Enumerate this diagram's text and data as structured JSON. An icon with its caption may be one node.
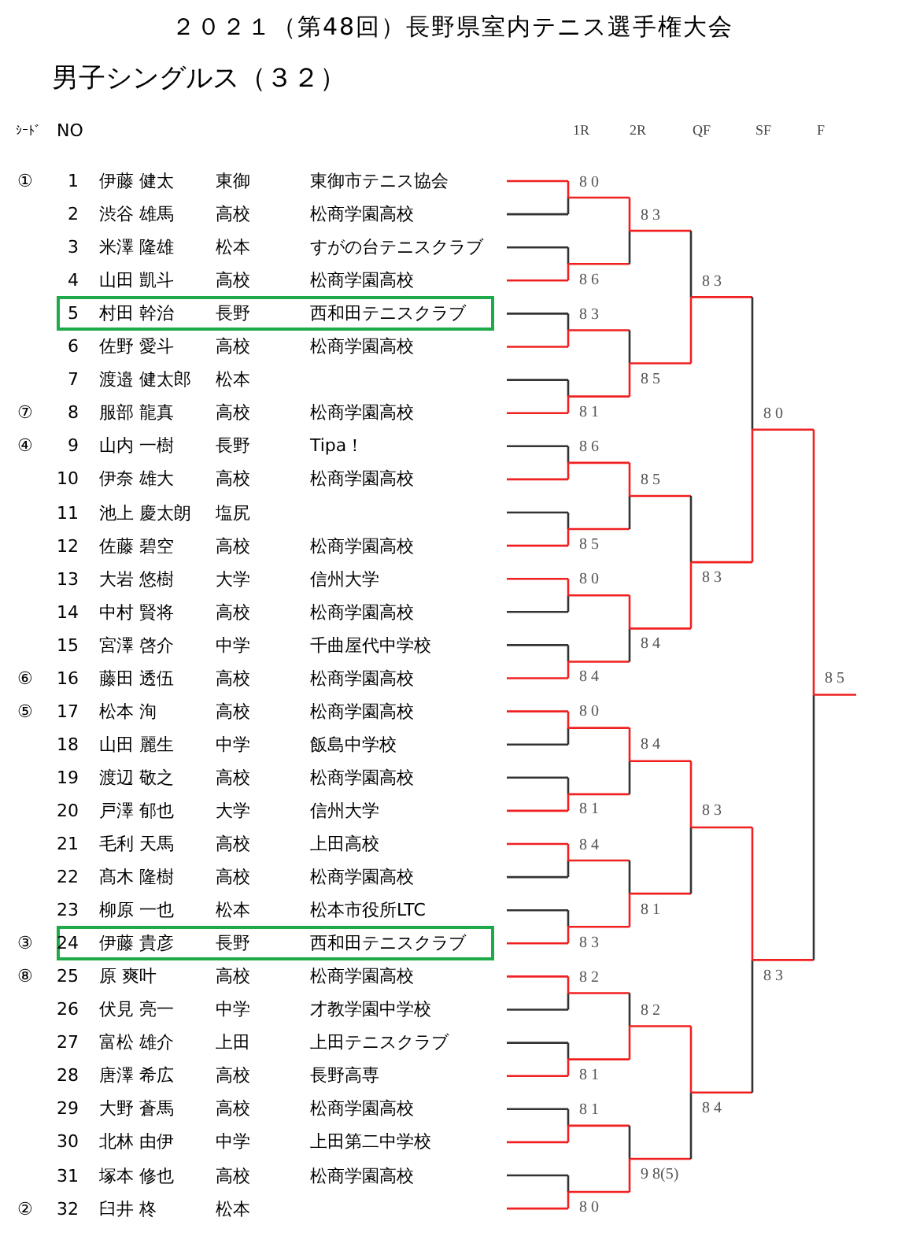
{
  "diagram": {
    "title": "２０２１（第48回）長野県室内テニス選手権大会",
    "nodes": [
      {
        "text": [
          "5",
          "村田 幹治",
          "長野",
          "西和田テニスクラブ"
        ]
      },
      {
        "text": [
          "24",
          "伊藤 貴彦",
          "長野",
          "西和田テニスクラブ"
        ],
        "beside": [
          "③"
        ]
      }
    ],
    "labels": [
      "男子シングルス（３２）",
      "ｼｰﾄﾞ",
      "NO",
      "1R",
      "2R",
      "QF",
      "SF",
      "F",
      "①",
      "1",
      "伊藤 健太",
      "東御",
      "東御市テニス協会",
      "2",
      "渋谷 雄馬",
      "高校",
      "松商学園高校",
      "3",
      "米澤 隆雄",
      "松本",
      "すがの台テニスクラブ",
      "4",
      "山田 凱斗",
      "高校",
      "松商学園高校",
      "6",
      "佐野 愛斗",
      "高校",
      "松商学園高校",
      "7",
      "渡邉 健太郎",
      "松本",
      "⑦",
      "8",
      "服部 龍真",
      "高校",
      "松商学園高校",
      "④",
      "9",
      "山内 一樹",
      "長野",
      "Tipa！",
      "10",
      "伊奈 雄大",
      "高校",
      "松商学園高校",
      "11",
      "池上 慶太朗",
      "塩尻",
      "12",
      "佐藤 碧空",
      "高校",
      "松商学園高校",
      "13",
      "大岩 悠樹",
      "大学",
      "信州大学",
      "14",
      "中村 賢将",
      "高校",
      "松商学園高校",
      "15",
      "宮澤 啓介",
      "中学",
      "千曲屋代中学校",
      "⑥",
      "16",
      "藤田 透伍",
      "高校",
      "松商学園高校",
      "⑤",
      "17",
      "松本 洵",
      "高校",
      "松商学園高校",
      "18",
      "山田 麗生",
      "中学",
      "飯島中学校",
      "19",
      "渡辺 敬之",
      "高校",
      "松商学園高校",
      "20",
      "戸澤 郁也",
      "大学",
      "信州大学",
      "21",
      "毛利 天馬",
      "高校",
      "上田高校",
      "22",
      "髙木 隆樹",
      "高校",
      "松商学園高校",
      "23",
      "柳原 一也",
      "松本",
      "松本市役所LTC",
      "⑧",
      "25",
      "原 爽叶",
      "高校",
      "松商学園高校",
      "26",
      "伏見 亮一",
      "中学",
      "才教学園中学校",
      "27",
      "富松 雄介",
      "上田",
      "上田テニスクラブ",
      "28",
      "唐澤 希広",
      "高校",
      "長野高専",
      "29",
      "大野 蒼馬",
      "高校",
      "松商学園高校",
      "30",
      "北林 由伊",
      "中学",
      "上田第二中学校",
      "31",
      "塚本 修也",
      "高校",
      "松商学園高校",
      "②",
      "32",
      "臼井 柊",
      "松本",
      "8 0",
      "8 6",
      "8 3",
      "8 1",
      "8 6",
      "8 5",
      "8 0",
      "8 4",
      "8 0",
      "8 1",
      "8 4",
      "8 3",
      "8 2",
      "8 1",
      "8 1",
      "8 0",
      "8 3",
      "8 5",
      "8 5",
      "8 4",
      "8 4",
      "8 1",
      "8 2",
      "9 8(5)",
      "8 3",
      "8 3",
      "8 3",
      "8 4",
      "8 0",
      "8 3",
      "8 5"
    ]
  }
}
